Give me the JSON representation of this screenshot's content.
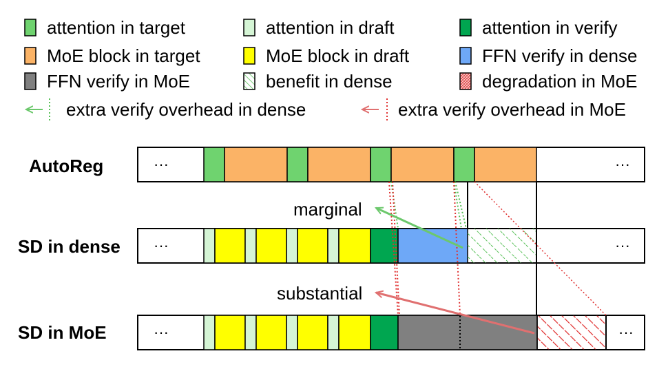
{
  "colors": {
    "attn_target": "#6fd36f",
    "moe_target": "#fbb366",
    "attn_draft": "#d5f5d5",
    "moe_draft": "#ffff00",
    "attn_verify": "#00a650",
    "ffn_dense": "#6ea8f7",
    "ffn_moe": "#808080",
    "benefit_line": "#55c055",
    "degrade_line": "#e03030",
    "arrow_green": "#6cc86c",
    "arrow_red": "#e07070"
  },
  "legend": {
    "attn_target": "attention in target",
    "attn_draft": "attention in draft",
    "attn_verify": "attention in verify",
    "moe_target": "MoE block in target",
    "moe_draft": "MoE block in draft",
    "ffn_dense": "FFN verify in dense",
    "ffn_moe": "FFN verify in MoE",
    "benefit": "benefit in dense",
    "degradation": "degradation in MoE",
    "overhead_dense": "extra verify overhead in dense",
    "overhead_moe": "extra verify overhead in MoE"
  },
  "rows": {
    "autoreg": "AutoReg",
    "sd_dense": "SD in dense",
    "sd_moe": "SD in MoE"
  },
  "annotations": {
    "marginal": "marginal",
    "substantial": "substantial"
  },
  "ellipsis": "···"
}
